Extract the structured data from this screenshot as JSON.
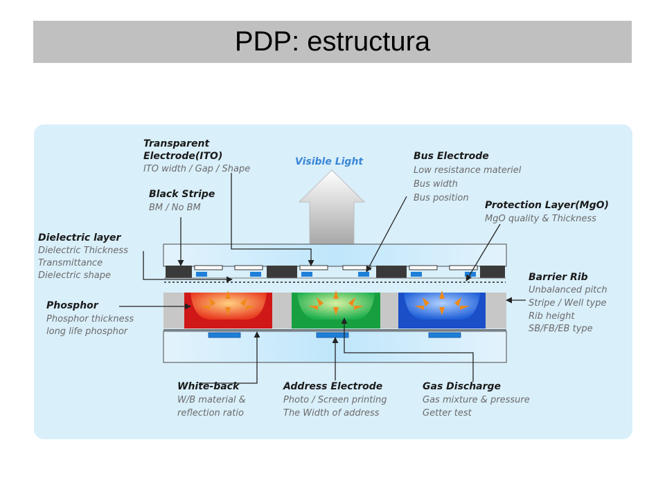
{
  "title": "PDP: estructura",
  "diagram": {
    "visible_light": "Visible Light",
    "labels": {
      "transparent_electrode": {
        "title_1": "Transparent",
        "title_2": "Electrode(ITO)",
        "sub": [
          "ITO width / Gap / Shape"
        ]
      },
      "black_stripe": {
        "title": "Black Stripe",
        "sub": [
          "BM / No BM"
        ]
      },
      "dielectric_layer": {
        "title": "Dielectric layer",
        "sub": [
          "Dielectric Thickness",
          "Transmittance",
          "Dielectric shape"
        ]
      },
      "phosphor": {
        "title": "Phosphor",
        "sub": [
          "Phosphor thickness",
          "long life phosphor"
        ]
      },
      "bus_electrode": {
        "title": "Bus Electrode",
        "sub": [
          "Low resistance materiel",
          "Bus width",
          "Bus position"
        ]
      },
      "protection_layer": {
        "title": "Protection Layer(MgO)",
        "sub": [
          "MgO quality & Thickness"
        ]
      },
      "barrier_rib": {
        "title": "Barrier Rib",
        "sub": [
          "Unbalanced pitch",
          "Stripe / Well type",
          "Rib height",
          "SB/FB/EB type"
        ]
      },
      "white_back": {
        "title": "White-back",
        "sub": [
          "W/B material &",
          "reflection ratio"
        ]
      },
      "address_electrode": {
        "title": "Address Electrode",
        "sub": [
          "Photo / Screen printing",
          "The Width of address"
        ]
      },
      "gas_discharge": {
        "title": "Gas Discharge",
        "sub": [
          "Gas mixture & pressure",
          "Getter test"
        ]
      }
    },
    "colors": {
      "panel_bg": "#d9effa",
      "glass": "#e8f6fd",
      "black_stripe": "#3a3a3a",
      "bus_electrode": "#1e7fd8",
      "rib": "#c7c7c7",
      "phosphor_red": "#d01818",
      "phosphor_green": "#18a040",
      "phosphor_blue": "#1a4fc8",
      "arrow_orange": "#f08a1a",
      "visible_light_text": "#3a86d6"
    }
  }
}
